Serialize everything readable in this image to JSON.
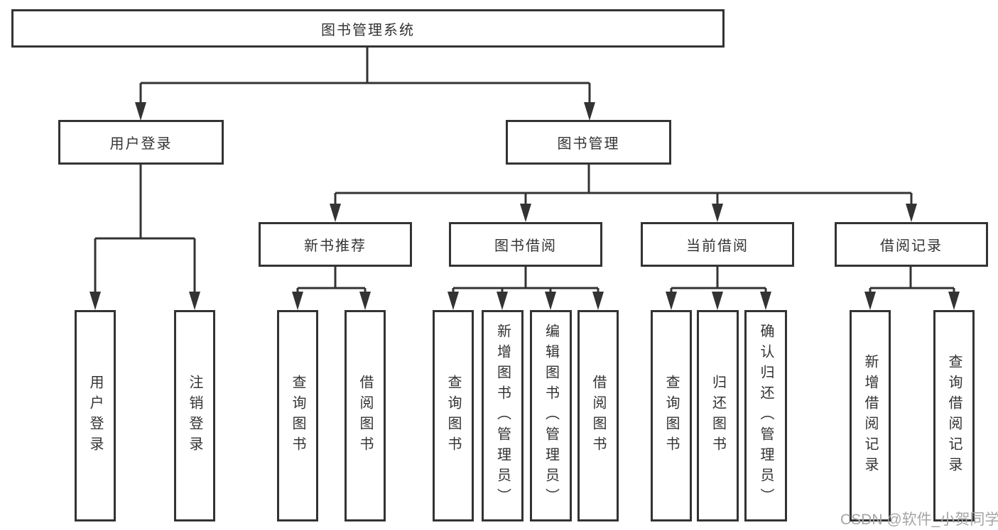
{
  "tree": {
    "root": {
      "label": "图书管理系统"
    },
    "branches": [
      {
        "label": "用户登录",
        "children": [
          {
            "label": "用户登录"
          },
          {
            "label": "注销登录"
          }
        ]
      },
      {
        "label": "图书管理",
        "groups": [
          {
            "label": "新书推荐",
            "children": [
              {
                "label": "查询图书"
              },
              {
                "label": "借阅图书"
              }
            ]
          },
          {
            "label": "图书借阅",
            "children": [
              {
                "label": "查询图书"
              },
              {
                "label": "新增图书（管理员）"
              },
              {
                "label": "编辑图书（管理员）"
              },
              {
                "label": "借阅图书"
              }
            ]
          },
          {
            "label": "当前借阅",
            "children": [
              {
                "label": "查询图书"
              },
              {
                "label": "归还图书"
              },
              {
                "label": "确认归还（管理员）"
              }
            ]
          },
          {
            "label": "借阅记录",
            "children": [
              {
                "label": "新增借阅记录"
              },
              {
                "label": "查询借阅记录"
              }
            ]
          }
        ]
      }
    ]
  },
  "watermark": {
    "text": "CSDN @软件_小贺同学"
  },
  "colors": {
    "line": "#333333",
    "box_border": "#333333",
    "text": "#333333",
    "watermark_text": "#a5a5a5",
    "background": "#ffffff"
  }
}
